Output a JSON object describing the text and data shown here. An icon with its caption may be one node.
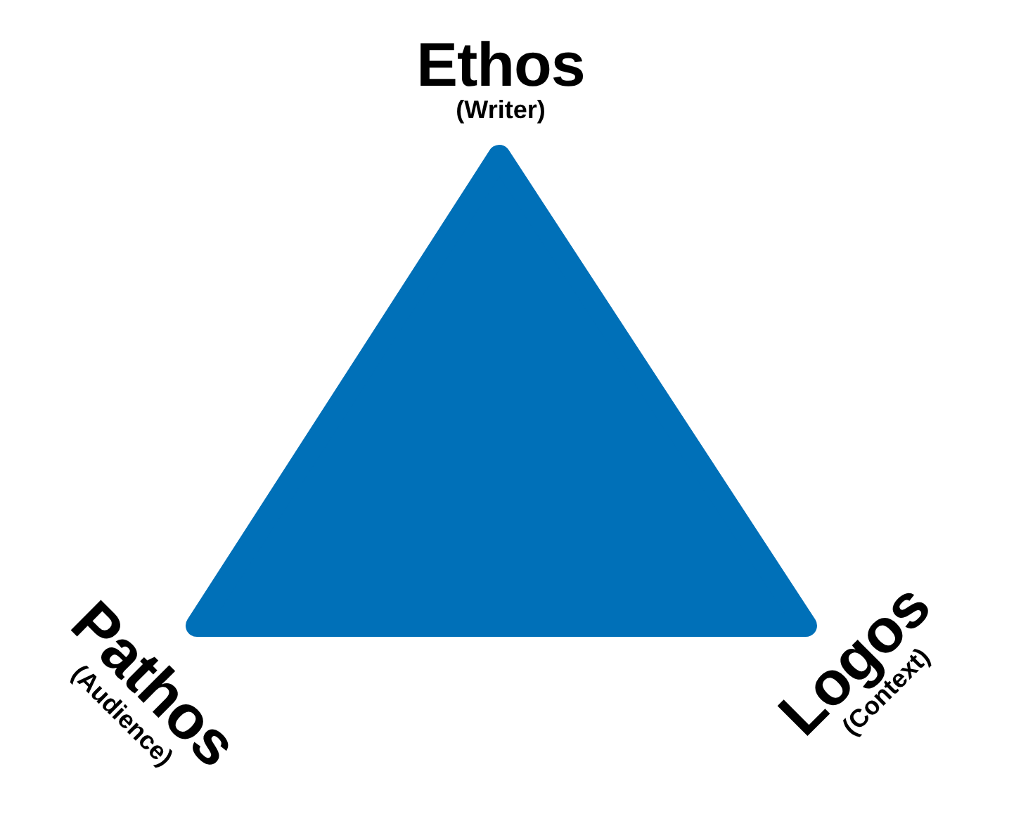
{
  "diagram": {
    "labels": [
      "Ethos",
      "(Writer)",
      "Pathos",
      "(Audience)",
      "Logos",
      "(Context)"
    ]
  }
}
